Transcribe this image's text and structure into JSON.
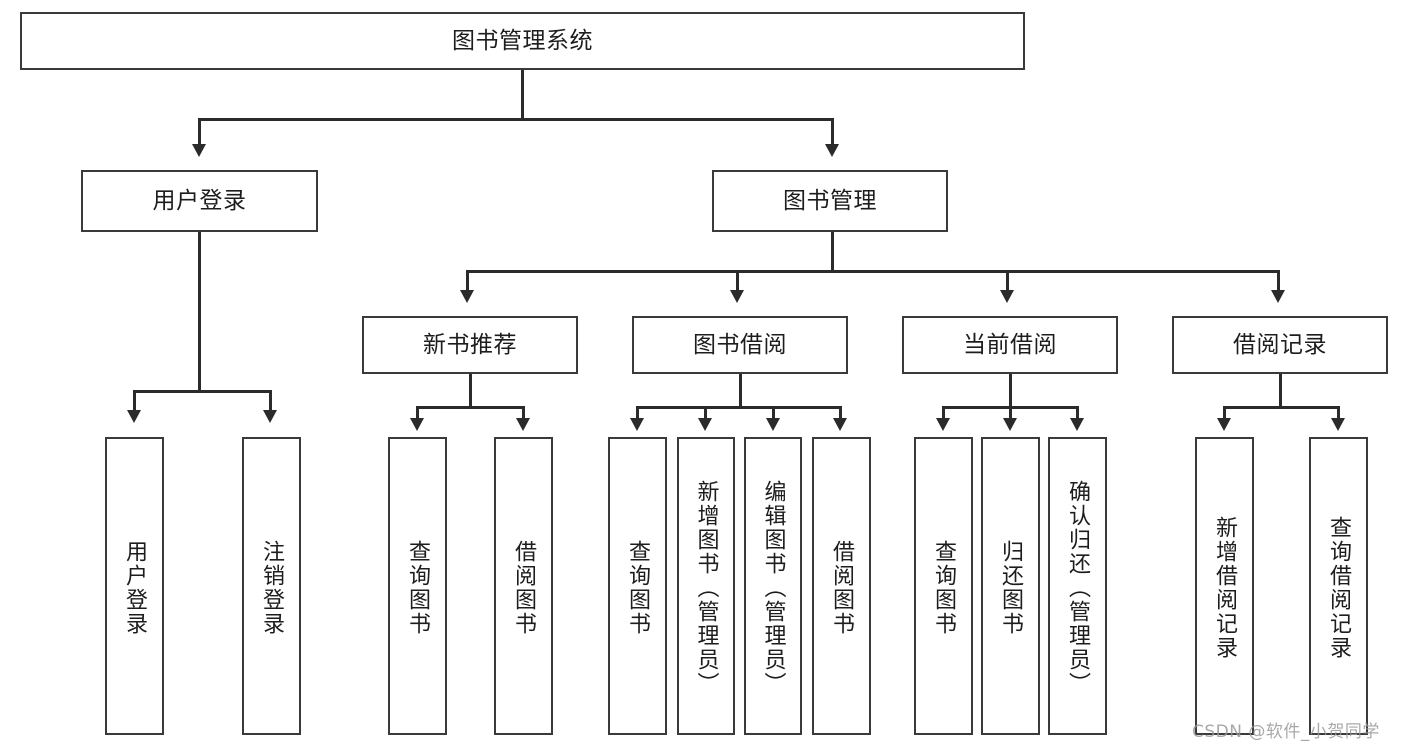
{
  "diagram": {
    "title": "图书管理系统",
    "type": "tree-hierarchy-chart",
    "root": {
      "label": "图书管理系统"
    },
    "level2": [
      {
        "label": "用户登录"
      },
      {
        "label": "图书管理"
      }
    ],
    "level3": [
      {
        "label": "新书推荐"
      },
      {
        "label": "图书借阅"
      },
      {
        "label": "当前借阅"
      },
      {
        "label": "借阅记录"
      }
    ],
    "leaves": {
      "user_login": [
        {
          "label": "用户登录"
        },
        {
          "label": "注销登录"
        }
      ],
      "new_book_recommend": [
        {
          "label": "查询图书"
        },
        {
          "label": "借阅图书"
        }
      ],
      "book_borrow": [
        {
          "label": "查询图书"
        },
        {
          "label": "新增图书（管理员）"
        },
        {
          "label": "编辑图书（管理员）"
        },
        {
          "label": "借阅图书"
        }
      ],
      "current_borrow": [
        {
          "label": "查询图书"
        },
        {
          "label": "归还图书"
        },
        {
          "label": "确认归还（管理员）"
        }
      ],
      "borrow_record": [
        {
          "label": "新增借阅记录"
        },
        {
          "label": "查询借阅记录"
        }
      ]
    }
  },
  "watermark": {
    "text": "CSDN @软件_小贺同学"
  },
  "colors": {
    "box_border": "#3a3a3a",
    "connector": "#2b2b2b",
    "background": "#ffffff",
    "text": "#1d1d1d",
    "watermark": "#9a9a9a"
  }
}
